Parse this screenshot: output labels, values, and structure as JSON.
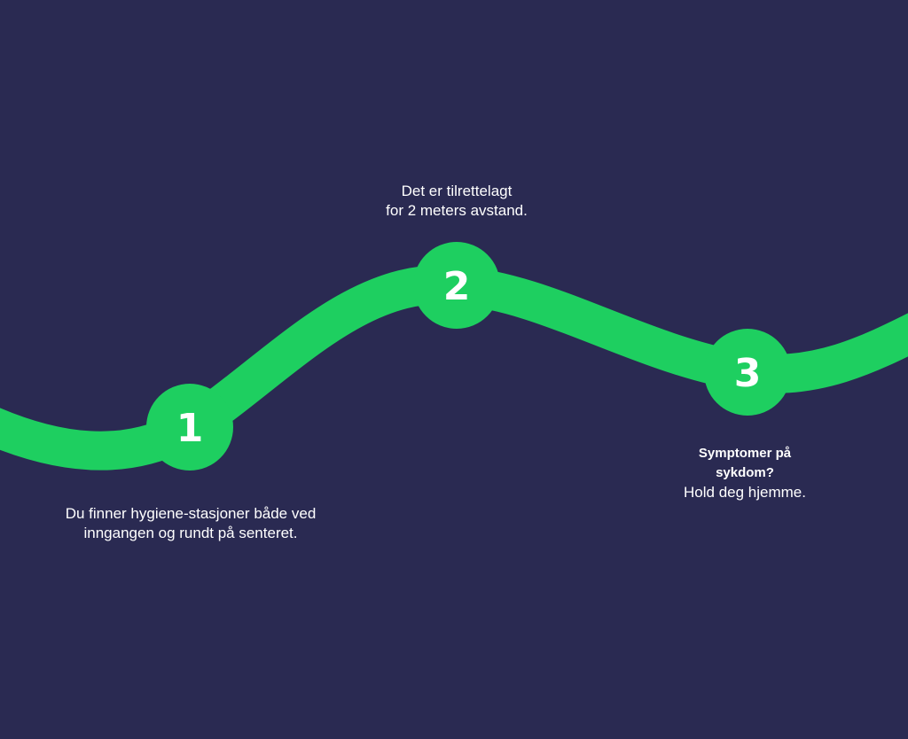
{
  "colors": {
    "background": "#2a2a52",
    "path": "#1ecf60",
    "text": "#ffffff"
  },
  "steps": [
    {
      "number": "1",
      "lines": [
        "Du finner hygiene-stasjoner  både ved",
        "inngangen og rundt på senteret."
      ]
    },
    {
      "number": "2",
      "lines": [
        "Det er tilrettelagt",
        "for 2 meters avstand."
      ]
    },
    {
      "number": "3",
      "heading_lines": [
        "Symptomer på",
        "sykdom?"
      ],
      "lines": [
        "Hold deg hjemme."
      ]
    }
  ]
}
